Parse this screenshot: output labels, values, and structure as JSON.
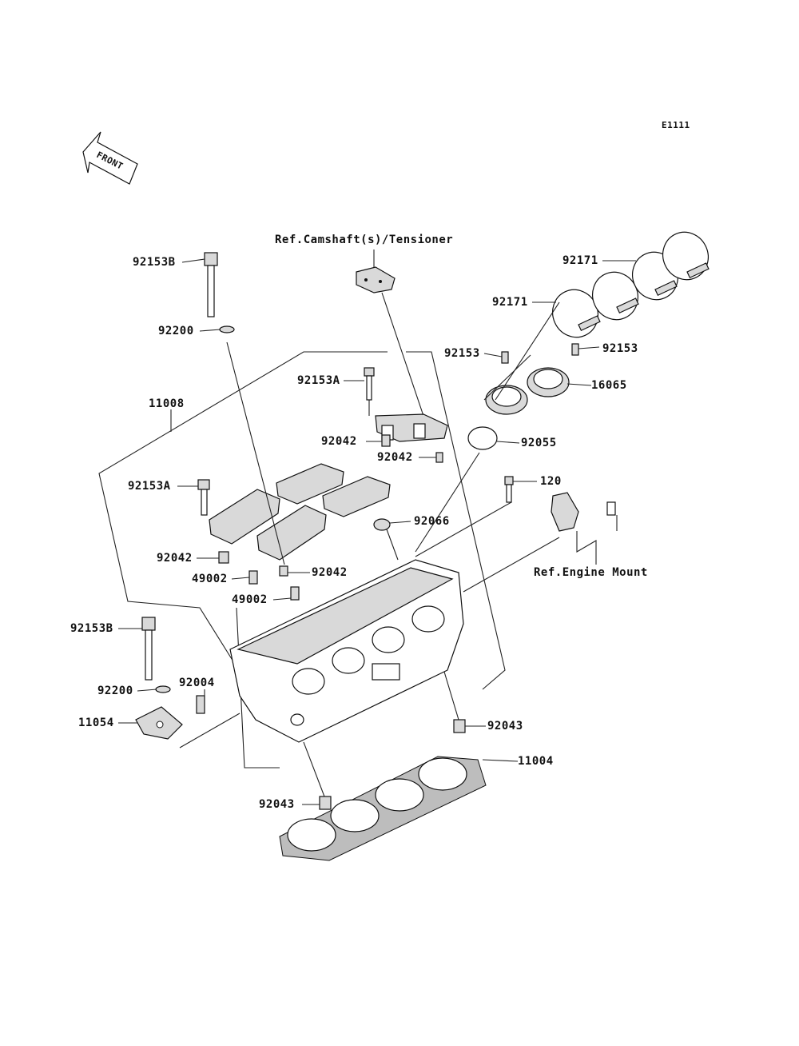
{
  "diagram_code": "E1111",
  "front_label": "FRONT",
  "refs": {
    "camshaft": "Ref.Camshaft(s)/Tensioner",
    "engine_mount": "Ref.Engine Mount"
  },
  "parts": {
    "p92153B_top": "92153B",
    "p92200_top": "92200",
    "p11008": "11008",
    "p92153A_upper": "92153A",
    "p92042_a": "92042",
    "p92042_b": "92042",
    "p92153A_left": "92153A",
    "p92042_c": "92042",
    "p49002_a": "49002",
    "p92042_d": "92042",
    "p49002_b": "49002",
    "p92153B_bottom": "92153B",
    "p92004": "92004",
    "p92200_bottom": "92200",
    "p11054": "11054",
    "p92171_a": "92171",
    "p92171_b": "92171",
    "p92153_a": "92153",
    "p92153_b": "92153",
    "p16065": "16065",
    "p92055": "92055",
    "p120": "120",
    "p92066": "92066",
    "p92043_right": "92043",
    "p11004": "11004",
    "p92043_bottom": "92043"
  }
}
